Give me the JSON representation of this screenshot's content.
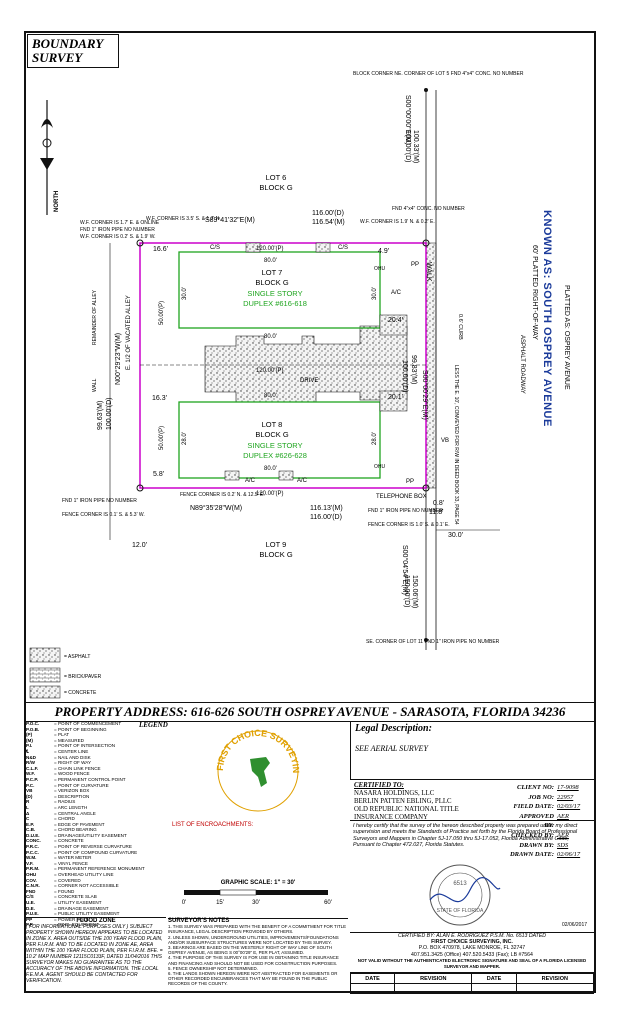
{
  "title": "BOUNDARY SURVEY",
  "north_label": "NORTH",
  "street": {
    "name": "KNOWN AS: SOUTH OSPREY AVENUE",
    "platted": "PLATTED AS: OSPREY AVENUE",
    "row": "60' PLATTED RIGHT-OF-WAY",
    "roadway": "ASPHALT ROADWAY",
    "less_note": "LESS THE E. 10', CONVEYED FOR R/W IN DEED BOOK 33, PAGE 54",
    "curb": "0.6' CURB",
    "width": "30.0'",
    "rw": "R/W"
  },
  "lots": {
    "lot6": "LOT 6",
    "lot6_block": "BLOCK G",
    "lot7": "LOT 7",
    "lot7_block": "BLOCK G",
    "lot7_building": "SINGLE STORY",
    "lot7_duplex": "DUPLEX #616-618",
    "lot8": "LOT 8",
    "lot8_block": "BLOCK G",
    "lot8_building": "SINGLE STORY",
    "lot8_duplex": "DUPLEX #626-628",
    "lot9": "LOT 9",
    "lot9_block": "BLOCK G"
  },
  "labels": {
    "north_bearing": "S89°41'32\"E(M)",
    "north_dist_d": "116.00'(D)",
    "north_dist_m": "116.54'(M)",
    "south_bearing": "N89°35'28\"W(M)",
    "south_dist_m": "116.13'(M)",
    "south_dist_d": "116.00'(D)",
    "east_bearing": "S00°00'29\"E(M)",
    "east_dist_m": "99.83'(M)",
    "east_dist_d": "100.00'(D)",
    "west_bearing": "N00°29'23\"W(M)",
    "west_dist_m": "99.63'(M)",
    "west_dist_d": "100.00'(D)",
    "ne_bearing": "S00°00'00\"E(M)",
    "ne_dist_m": "100.33'(M)",
    "ne_dist_d": "100.00'(D)",
    "se_bearing": "S00°04'54\"E(M)",
    "se_dist_m": "150.06'(M)",
    "se_dist_d": "150.00'(D)",
    "p120": "120.00'(P)",
    "p80": "80.0'",
    "p50": "50.00'(P)",
    "p30": "30.0'",
    "p28": "28.0'",
    "p20_4": "20.4'",
    "p20_1": "20.1'",
    "p16_3": "16.3'",
    "p16_6": "16.6'",
    "p12": "12.0'",
    "p11_8": "11.8'",
    "p5_8": "5.8'",
    "p4_9": "4.9'",
    "drive": "DRIVE",
    "walk": "WALK",
    "cs": "C/S",
    "ac": "A/C",
    "ohu": "OHU",
    "pp": "PP",
    "vb": "VB",
    "alley": "E. 1/2 OF VACATED ALLEY",
    "remainder": "REMAINDER OF ALLEY",
    "wall": "WALL",
    "telephone": "TELEPHONE BOX",
    "p0_8": "0.8'",
    "blk_corner": "BLOCK CORNER NE. CORNER OF LOT 5 FND 4\"x4\" CONC. NO NUMBER",
    "wf_corner_nw": "W.F. CORNER IS 1.7' E. & ONLINE",
    "fnd_nw": "FND 1\" IRON PIPE NO NUMBER",
    "wf_corner_nw2": "W.F. CORNER IS 0.2' S. & 1.9' W.",
    "wf_corner_n": "W.F. CORNER IS 3.5' S. & 1.7' N.",
    "wf_corner_ne": "W.F. CORNER IS 1.9' N. & 0.2' E.",
    "fnd_ne": "FND 4\"x4\" CONC. NO NUMBER",
    "fnd_sw": "FND 1\" IRON PIPE NO NUMBER",
    "fence_sw": "FENCE CORNER IS 0.1' S. & 5.3' W.",
    "fence_s": "FENCE CORNER IS 0.2' N. & 12.5' E.",
    "fnd_se": "FND 1\" IRON PIPE NO NUMBER",
    "fence_se": "FENCE CORNER IS 1.0' S. & 0.1' E.",
    "se_corner": "SE. CORNER OF LOT 11 FND 1\" IRON PIPE NO NUMBER"
  },
  "materials": {
    "asphalt": "= ASPHALT",
    "brick": "= BRICK/PAVER",
    "concrete": "= CONCRETE"
  },
  "property_address": "PROPERTY ADDRESS: 616-626 SOUTH OSPREY AVENUE - SARASOTA, FLORIDA 34236",
  "legend": {
    "title": "LEGEND",
    "items": [
      [
        "P.O.C.",
        "= POINT OF COMMENCEMENT"
      ],
      [
        "P.O.B.",
        "= POINT OF BEGINNING"
      ],
      [
        "(P)",
        "= PLAT"
      ],
      [
        "(M)",
        "= MEASURED"
      ],
      [
        "P.I.",
        "= POINT OF INTERSECTION"
      ],
      [
        "℄",
        "= CENTER LINE"
      ],
      [
        "N&D",
        "= NAIL AND DISK"
      ],
      [
        "R/W",
        "= RIGHT OF WAY"
      ],
      [
        "C.L.F.",
        "= CHAIN LINK FENCE"
      ],
      [
        "W.F.",
        "= WOOD FENCE"
      ],
      [
        "P.C.P.",
        "= PERMANENT CONTROL POINT"
      ],
      [
        "P.C.",
        "= POINT OF CURVATURE"
      ],
      [
        "VB",
        "= VERIZON BOX"
      ],
      [
        "(D)",
        "= DESCRIPTION"
      ],
      [
        "R",
        "= RADIUS"
      ],
      [
        "L",
        "= ARC LENGTH"
      ],
      [
        "Δ",
        "= CENTRAL ANGLE"
      ],
      [
        "C",
        "= CHORD"
      ],
      [
        "E.P.",
        "= EDGE OF PAVEMENT"
      ],
      [
        "C.B.",
        "= CHORD BEARING"
      ],
      [
        "D.U.E.",
        "= DRAINAGE/UTILITY EASEMENT"
      ],
      [
        "CONC.",
        "= CONCRETE"
      ],
      [
        "P.R.C.",
        "= POINT OF REVERSE CURVATURE"
      ],
      [
        "P.C.C.",
        "= POINT OF COMPOUND CURVATURE"
      ],
      [
        "W.M.",
        "= WATER METER"
      ],
      [
        "V.F.",
        "= VINYL FENCE"
      ],
      [
        "P.R.M.",
        "= PERMANENT REFERENCE MONUMENT"
      ],
      [
        "OHU",
        "= OVERHEAD UTILITY LINE"
      ],
      [
        "COV.",
        "= COVERED"
      ],
      [
        "C.N.R.",
        "= CORNER NOT ACCESSIBLE"
      ],
      [
        "FND",
        "= FOUND"
      ],
      [
        "C/S",
        "= CONCRETE SLAB"
      ],
      [
        "U.E.",
        "= UTILITY EASEMENT"
      ],
      [
        "D.E.",
        "= DRAINAGE EASEMENT"
      ],
      [
        "P.U.E.",
        "= PUBLIC UTILITY EASEMENT"
      ],
      [
        "PP",
        "= POWER POLE"
      ],
      [
        "P.P.",
        "= POOL EQUIPMENT"
      ]
    ]
  },
  "flood": {
    "title": "FLOOD ZONE",
    "text": "( FOR INFORMATIONAL PURPOSES ONLY ) SUBJECT PROPERTY SHOWN HEREON APPEARS TO BE LOCATED IN ZONE X. AREA OUTSIDE THE 100 YEAR FLOOD PLAIN, PER F.I.R.M. AND TO BE LOCATED IN ZONE AE, AREA WITHIN THE 100 YEAR FLOOD PLAIN, PER F.I.R.M. BFE. = 10.2' MAP NUMBER 12115C0133F, DATED 11/04/2016 THIS SURVEYOR MAKES NO GUARANTEE AS TO THE ACCURACY OF THE ABOVE INFORMATION. THE LOCAL F.E.M.A. AGENT SHOULD BE CONTACTED FOR VERIFICATION."
  },
  "logo_text": "FIRST CHOICE SURVEYING, INC.",
  "encroachments": "LIST OF ENCROACHMENTS:",
  "scale": {
    "title": "GRAPHIC SCALE: 1\" = 30'",
    "ticks": [
      "0'",
      "15'",
      "30'",
      "60'"
    ]
  },
  "notes": {
    "title": "SURVEYOR'S NOTES",
    "items": [
      "1. THIS SURVEY WAS PREPARED WITH THE BENEFIT OF A COMMITMENT FOR TITLE INSURANCE, LEGAL DESCRIPTION PROVIDED BY OTHERS.",
      "2. UNLESS SHOWN, UNDERGROUND UTILITIES, IMPROVEMENTS/FOUNDATIONS AND/OR SUBSURFACE STRUCTURES WERE NOT LOCATED BY THIS SURVEY.",
      "3. BEARINGS ARE BASED ON THE WESTERLY RIGHT OF WAY LINE OF SOUTH OSPREY AVENUE, AS BEING S 00°00'29\" E, PER PLAT, ASSUMED.",
      "4. THE PURPOSE OF THIS SURVEY IS FOR USE IN OBTAINING TITLE INSURANCE AND FINANCING AND SHOULD NOT BE USED FOR CONSTRUCTION PURPOSES.",
      "5. FENCE OWNERSHIP NOT DETERMINED.",
      "6. THE LANDS SHOWN HEREON WERE NOT ABSTRACTED FOR EASEMENTS OR OTHER RECORDED ENCUMBRANCES THAT MAY BE FOUND IN THE PUBLIC RECORDS OF THE COUNTY."
    ]
  },
  "legal": {
    "heading": "Legal Description:",
    "value": "SEE AERIAL SURVEY"
  },
  "certified": {
    "heading": "CERTIFIED TO:",
    "lines": [
      "NASARA HOLDINGS, LLC",
      "BERLIN PATTEN EBLING, PLLC",
      "OLD REPUBLIC NATIONAL TITLE",
      "INSURANCE COMPANY"
    ]
  },
  "job": [
    [
      "CLIENT NO:",
      "17-9098"
    ],
    [
      "JOB NO:",
      "22957"
    ],
    [
      "FIELD DATE:",
      "02/03/17"
    ],
    [
      "APPROVED BY:",
      "AER"
    ],
    [
      "CHECKED BY:",
      "AER"
    ],
    [
      "DRAWN BY:",
      "SDS"
    ],
    [
      "DRAWN DATE:",
      "02/06/17"
    ]
  ],
  "statement": "I hereby certify that the survey of the hereon described property was prepared under my direct supervision and meets the Standards of Practice set forth by the Florida Board of Professional Surveyors and Mappers in Chapter 5J-17.050 thru 5J-17.052, Florida Administrative Code, Pursuant to Chapter 472.027, Florida Statutes.",
  "seal": {
    "number": "6513",
    "state": "STATE OF FLORIDA",
    "date": "02/06/2017"
  },
  "firm": {
    "certified_by": "CERTIFIED BY: ALAN E. RODRIGUEZ P.S.M. No. 6513   DATED",
    "name": "FIRST CHOICE SURVEYING, INC.",
    "address": "P.O. BOX 470978, LAKE MONROE, FL 32747",
    "phone": "407.951.3425 (Office)  407.520.5433 (Fax); LB #7564",
    "valid": "NOT VALID WITHOUT THE AUTHENTICATED ELECTRONIC SIGNATURE AND SEAL OF A FLORIDA LICENSED SURVEYOR AND MAPPER."
  },
  "revisions": {
    "cols": [
      "DATE",
      "REVISION",
      "DATE",
      "REVISION"
    ]
  }
}
